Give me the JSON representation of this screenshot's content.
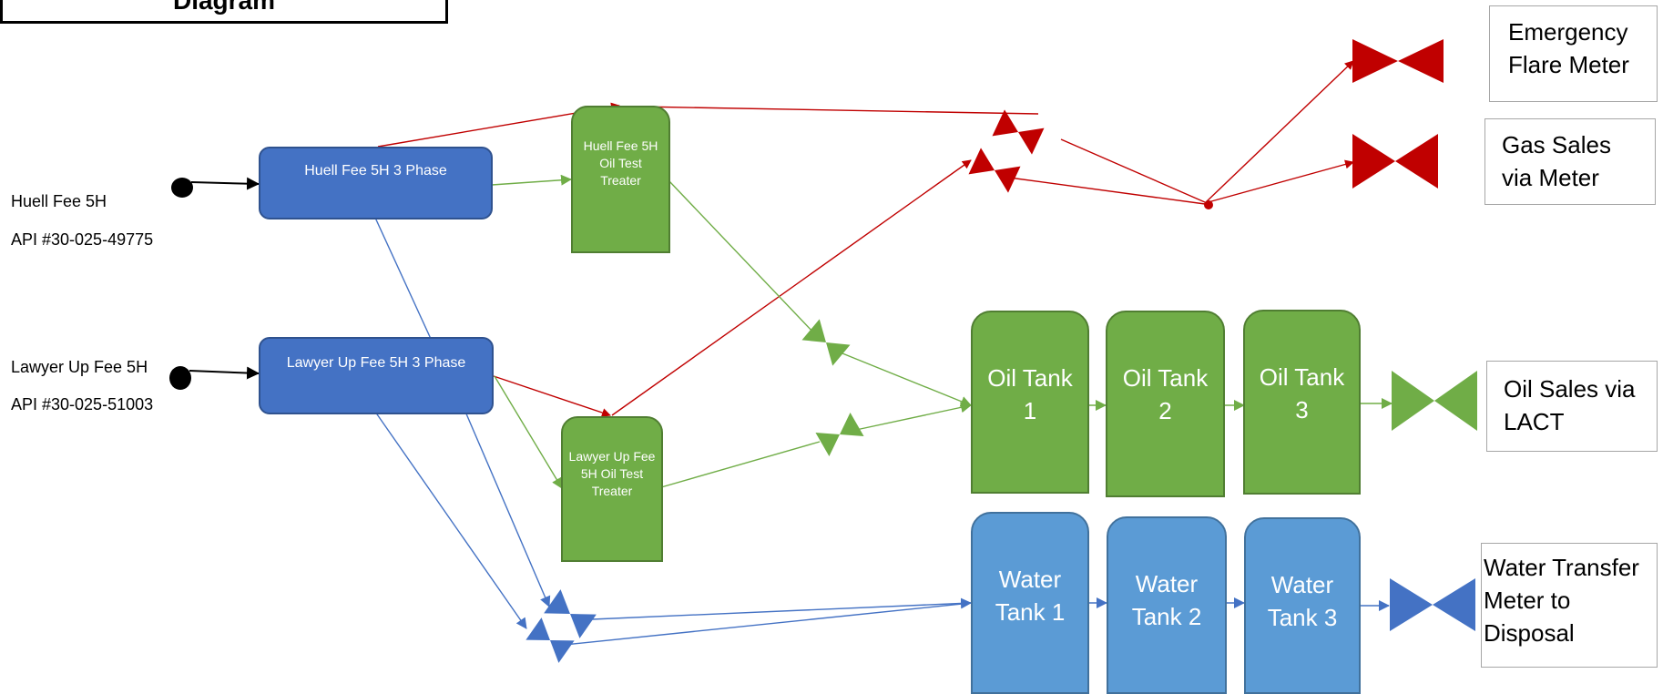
{
  "title": "Diagram",
  "wells": [
    {
      "name": "Huell Fee 5H",
      "api": "API #30-025-49775"
    },
    {
      "name": "Lawyer Up Fee 5H",
      "api": "API #30-025-51003"
    }
  ],
  "separators": [
    {
      "label": "Huell Fee 5H 3 Phase"
    },
    {
      "label": "Lawyer Up Fee 5H 3 Phase"
    }
  ],
  "treaters": [
    {
      "label": "Huell Fee 5H\nOil Test\nTreater"
    },
    {
      "label": "Lawyer Up Fee\n5H Oil Test\nTreater"
    }
  ],
  "oil_tanks": [
    {
      "label": "Oil Tank\n1"
    },
    {
      "label": "Oil Tank\n2"
    },
    {
      "label": "Oil Tank\n3"
    }
  ],
  "water_tanks": [
    {
      "label": "Water\nTank 1"
    },
    {
      "label": "Water\nTank  2"
    },
    {
      "label": "Water\nTank 3"
    }
  ],
  "meters": {
    "flare": "Emergency\nFlare Meter",
    "gas_sales": "Gas Sales\nvia Meter",
    "oil_sales": "Oil Sales via\nLACT",
    "water_transfer": "Water Transfer\nMeter to\nDisposal"
  },
  "colors": {
    "gas_line": "#c00000",
    "oil_line": "#70ad47",
    "water_line": "#4472c4",
    "separator_fill": "#4472c4",
    "treater_fill": "#70ad47",
    "oil_tank_fill": "#70ad47",
    "water_tank_fill": "#5b9bd5"
  }
}
